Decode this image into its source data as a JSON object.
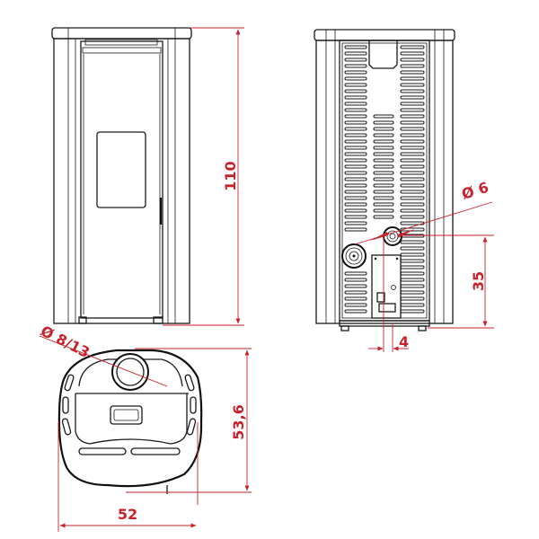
{
  "drawing": {
    "colors": {
      "line": "#1a1a1a",
      "dimension": "#c8232c",
      "background": "#ffffff"
    },
    "front_view": {
      "label": "front-view"
    },
    "rear_view": {
      "label": "rear-view"
    },
    "top_view": {
      "label": "top-view"
    }
  },
  "dimensions": {
    "height": "110",
    "flue_diameter": "Ø 8/13",
    "air_inlet_diameter": "Ø 6",
    "air_inlet_height": "35",
    "air_inlet_offset": "4",
    "depth": "53,6",
    "width": "52"
  }
}
